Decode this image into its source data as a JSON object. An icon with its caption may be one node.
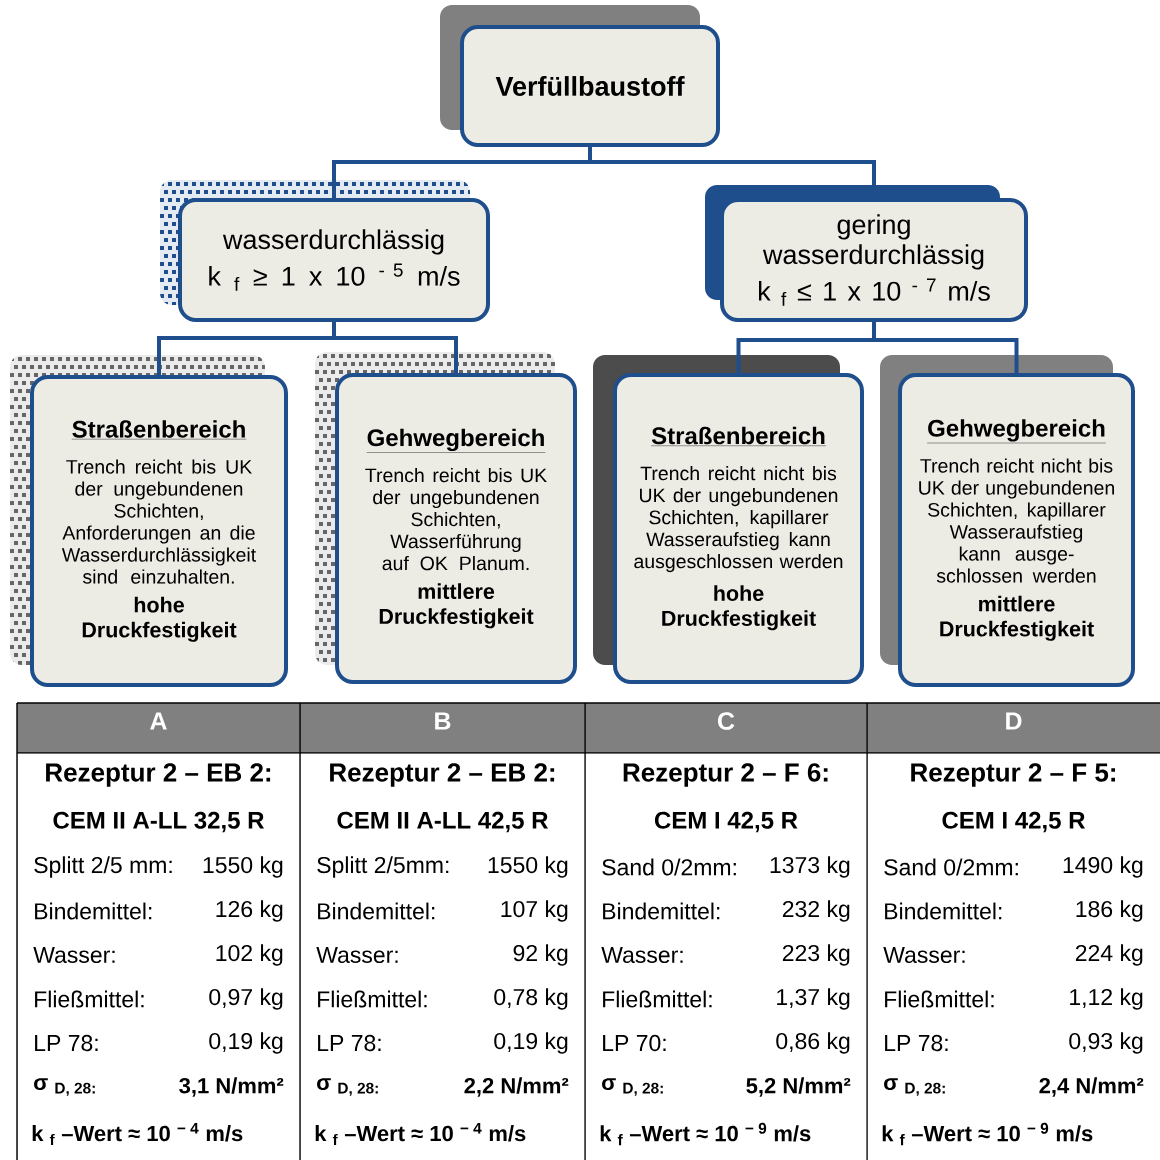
{
  "diagram": {
    "nodes": [
      {
        "text": [
          "Verfüllbaustoff"
        ]
      },
      {
        "text": [
          "wasserdurchlässig",
          "k $_{f}$ ≥ 1 x 10 $^{- 5}$ m/s"
        ]
      },
      {
        "text": [
          "gering wasserdurchlässig",
          "k $_{f}$ ≤ 1 x 10 $^{- 7}$ m/s"
        ]
      },
      {
        "text": [
          "Straßenbereich",
          "Trench reicht bis UK der ungebundenen Schichten, Anforderungen an die Wasserdurchlässigkeit sind einzuhalten.",
          "hohe Druckfestigkeit"
        ]
      },
      {
        "text": [
          "Gehwegbereich",
          "Trench reicht bis UK der ungebundenen Schichten, Wasserführung auf OK Planum.",
          "mittlere Druckfestigkeit"
        ]
      },
      {
        "text": [
          "Straßenbereich",
          "Trench reicht nicht bis UK der ungebundenen Schichten, kapillarer Wasseraufstieg kann ausgeschlossen werden",
          "hohe Druckfestigkeit"
        ]
      },
      {
        "text": [
          "Gehwegbereich",
          "Trench reicht nicht bis UK der ungebundenen Schichten, kapillarer Wasseraufstieg kann ausge- schlossen werden",
          "mittlere Druckfestigkeit"
        ]
      }
    ],
    "edges": [
      {
        "from": 0,
        "to": 1,
        "arrow": "none"
      },
      {
        "from": 0,
        "to": 2,
        "arrow": "none"
      },
      {
        "from": 1,
        "to": 3,
        "arrow": "none"
      },
      {
        "from": 1,
        "to": 4,
        "arrow": "none"
      },
      {
        "from": 2,
        "to": 5,
        "arrow": "none"
      },
      {
        "from": 2,
        "to": 6,
        "arrow": "none"
      }
    ],
    "labels": [
      "A",
      "B",
      "C",
      "D",
      "Rezeptur 2 – EB 2:",
      "Rezeptur 2 – EB 2:",
      "Rezeptur 2 – F 6:",
      "Rezeptur 2 – F 5:",
      "CEM II A-LL 32,5 R",
      "CEM II A-LL 42,5 R",
      "CEM I 42,5 R",
      "CEM I 42,5 R",
      "Splitt 2/5 mm:",
      "1550 kg",
      "Splitt 2/5mm:",
      "1550 kg",
      "Sand  0/2mm:",
      "1373 kg",
      "Sand 0/2mm:",
      "1490 kg",
      "Bindemittel:",
      "126 kg",
      "Bindemittel:",
      "107 kg",
      "Bindemittel:",
      "232 kg",
      "Bindemittel:",
      "186 kg",
      "Wasser:",
      "102 kg",
      "Wasser:",
      "92 kg",
      "Wasser:",
      "223 kg",
      "Wasser:",
      "224 kg",
      "Fließmittel:",
      "0,97 kg",
      "Fließmittel:",
      "0,78 kg",
      "Fließmittel:",
      "1,37 kg",
      "Fließmittel:",
      "1,12 kg",
      "LP 78:",
      "0,19 kg",
      "LP 78:",
      "0,19 kg",
      "LP 70:",
      "0,86 kg",
      "LP 78:",
      "0,93 kg",
      "σ $_{D, 28:}$",
      "3,1 N/mm²",
      "σ $_{D, 28:}$",
      "2,2 N/mm²",
      "σ $_{D, 28:}$",
      "5,2  N/mm²",
      "σ $_{D, 28:}$",
      "2,4 N/mm²",
      "k $_{f}$ –Wert ≈ 10 $^{− 4}$ m/s",
      "k $_{f}$ –Wert ≈ 10 $^{− 4}$ m/s",
      "k $_{f}$ –Wert ≈ 10 $^{− 9}$ m/s",
      "k $_{f}$ –Wert ≈ 10 $^{− 9}$ m/s"
    ]
  }
}
